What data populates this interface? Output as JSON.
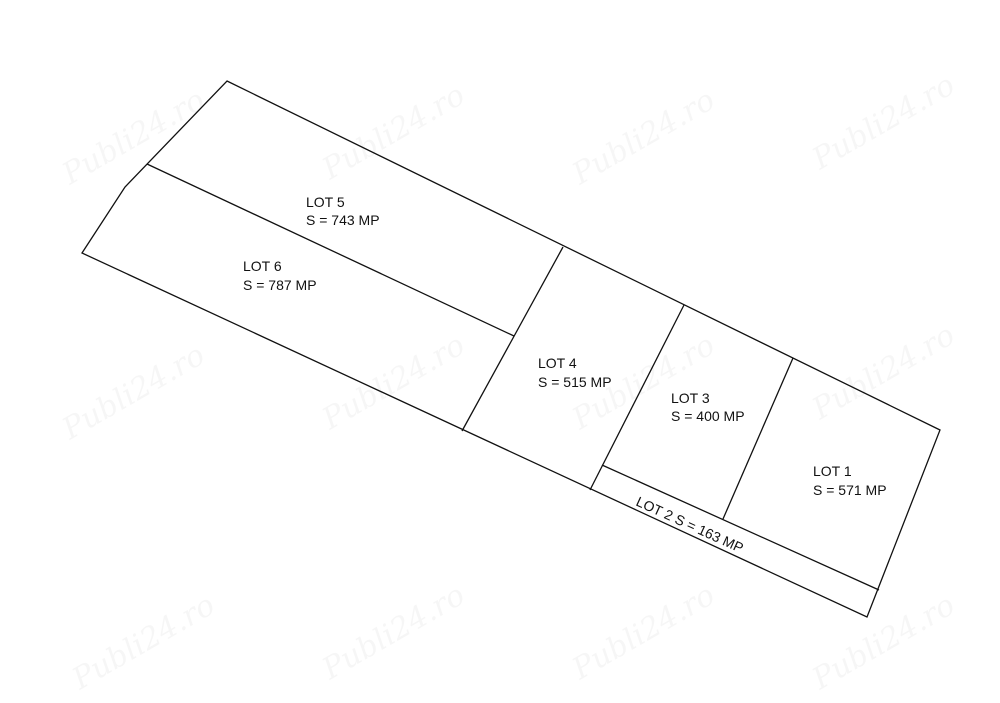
{
  "watermark": {
    "text": "Publi24.ro"
  },
  "lots": [
    {
      "name": "LOT 5",
      "area": "S = 743 MP"
    },
    {
      "name": "LOT 6",
      "area": "S = 787 MP"
    },
    {
      "name": "LOT 4",
      "area": "S = 515 MP"
    },
    {
      "name": "LOT 3",
      "area": "S = 400 MP"
    },
    {
      "name": "LOT 1",
      "area": "S = 571 MP"
    },
    {
      "name": "LOT 2",
      "area": "S = 163 MP",
      "label": "LOT 2 S = 163 MP"
    }
  ]
}
